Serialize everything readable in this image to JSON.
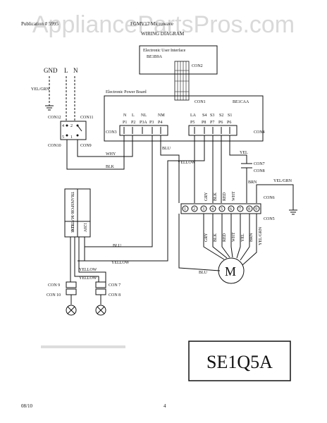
{
  "watermark": "AppliancePartsPros.com",
  "header": {
    "left_text": "Publication # 5995",
    "right_text": "FGMV17 Microwave",
    "title": "WIRING DIAGRAM"
  },
  "ui_panel": {
    "title": "Electronic User Interface",
    "part": "BE1B9A",
    "conn": "CON2"
  },
  "power_board": {
    "title": "Electronic Power Board",
    "part": "BE1CAA",
    "conn_top": "CON1",
    "con3": "CON3",
    "con4": "CON4",
    "pins": [
      "N",
      "L",
      "NL",
      "NM",
      "LA",
      "S4",
      "S3",
      "S2",
      "S1"
    ],
    "pin_ids": [
      "P1",
      "P2",
      "P3A",
      "P3",
      "P4",
      "P5",
      "P8",
      "P7",
      "P6",
      "P6"
    ]
  },
  "supply": {
    "gnd": "GND",
    "l": "L",
    "n": "N",
    "ground_wire": "YEL/GRN"
  },
  "switch": {
    "con12": "CON12",
    "con11": "CON11",
    "con10": "CON10",
    "con9": "CON9",
    "pins": [
      "4",
      "2",
      "5",
      "1"
    ]
  },
  "wires": {
    "why": "WHY",
    "blk": "BLK",
    "blu": "BLU",
    "yellow": "YELLOW",
    "yel": "YEL",
    "brn": "BRN",
    "yel_grn": "YEL/GRN",
    "con7": "CON7",
    "con8": "CON8",
    "con6": "CON6",
    "con5": "CON5"
  },
  "terminal": {
    "numbers": [
      "1",
      "2",
      "3",
      "4",
      "5",
      "6",
      "7",
      "8",
      "9"
    ]
  },
  "motor_wires": [
    "GRY",
    "BLK",
    "RED",
    "WHT",
    "YEL",
    "BRN",
    "YEL/GRN"
  ],
  "motor": {
    "label": "M",
    "wire": "BLU"
  },
  "transformer": {
    "title": "TRANSFOR-MATEUR",
    "v1": "12V",
    "v2": "120V",
    "blu": "BLU",
    "yellow": "YELLOW"
  },
  "lamps": {
    "con9": "CON 9",
    "con10": "CON 10",
    "con7": "CON 7",
    "con8": "CON 8",
    "yellow1": "YELLOW",
    "yellow2": "YELLOW"
  },
  "model": "SE1Q5A",
  "footer": {
    "date": "08/10",
    "page": "4"
  }
}
